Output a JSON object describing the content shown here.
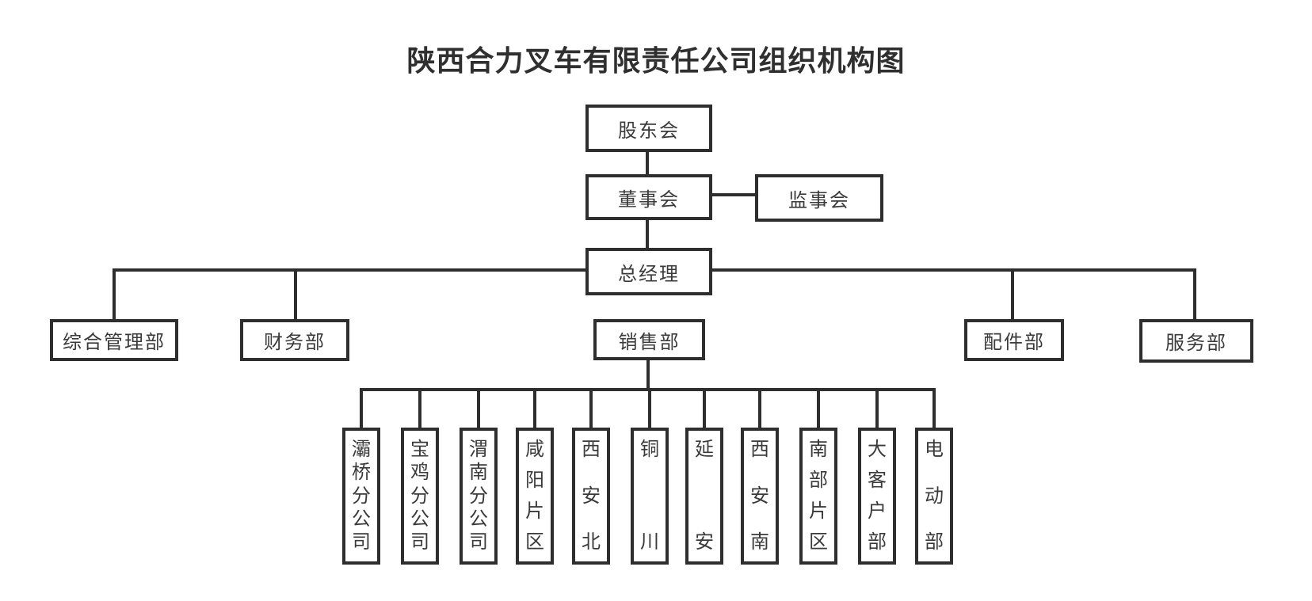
{
  "title": "陕西合力叉车有限责任公司组织机构图",
  "colors": {
    "background": "#ffffff",
    "line": "#2e2e2e",
    "box_border": "#2e2e2e",
    "box_text": "#3a3a3a",
    "title_text": "#2f2f2f"
  },
  "org": {
    "shareholders": "股东会",
    "board": "董事会",
    "supervisory": "监事会",
    "general_manager": "总经理",
    "departments": [
      "综合管理部",
      "财务部",
      "销售部",
      "配件部",
      "服务部"
    ],
    "sales_subunits": [
      "灞桥分公司",
      "宝鸡分公司",
      "渭南分公司",
      "咸阳片区",
      "西安北",
      "铜川",
      "延安",
      "西安南",
      "南部片区",
      "大客户部",
      "电动部"
    ]
  }
}
